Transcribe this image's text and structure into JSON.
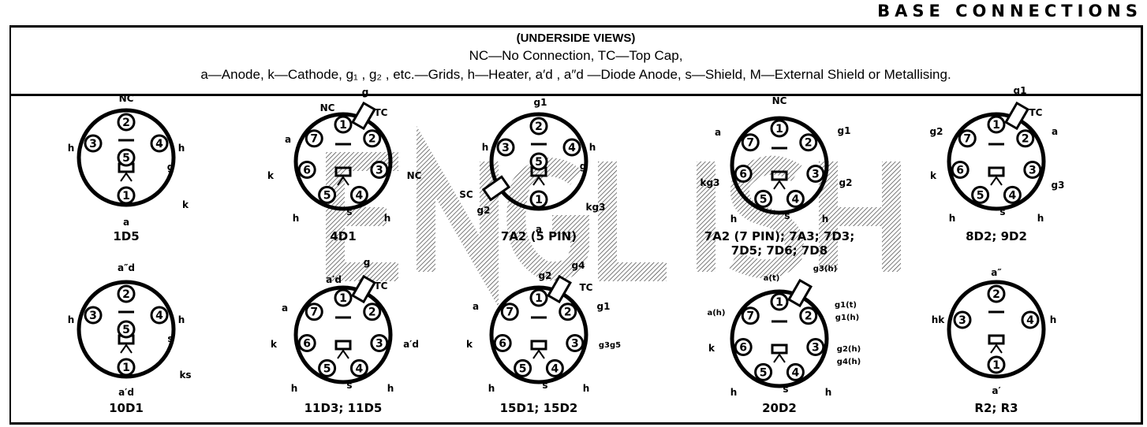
{
  "header": {
    "title": "BASE CONNECTIONS"
  },
  "legend": {
    "line1": "(UNDERSIDE VIEWS)",
    "line2": "NC—No Connection,   TC—Top Cap,",
    "line3": "a—Anode,   k—Cathode,   g₁ , g₂ , etc.—Grids,   h—Heater,   a′d , a″d —Diode Anode,   s—Shield,   M—External Shield or Metallising."
  },
  "watermark": "ENGLISH",
  "valves": [
    {
      "name": "1D5",
      "pins": [
        "1",
        "2",
        "3",
        "4",
        "5"
      ],
      "base": "5pin",
      "top_cap": false,
      "labels": [
        "NC",
        "h",
        "h",
        "a",
        "k",
        "g"
      ]
    },
    {
      "name": "4D1",
      "pins": [
        "1",
        "2",
        "3",
        "4",
        "5",
        "6",
        "7"
      ],
      "base": "7pin",
      "top_cap": true,
      "labels": [
        "g",
        "NC",
        "TC",
        "a",
        "k",
        "NC",
        "h",
        "h",
        "s"
      ]
    },
    {
      "name": "7A2 (5 PIN)",
      "pins": [
        "1",
        "2",
        "3",
        "4",
        "5"
      ],
      "base": "5pin",
      "top_cap": false,
      "side_cap": true,
      "labels": [
        "g1",
        "h",
        "h",
        "a",
        "SC",
        "g2",
        "kg3",
        "g"
      ]
    },
    {
      "name": "7A2 (7 PIN);  7A3;  7D3;",
      "name2": "7D5;  7D6;  7D8",
      "pins": [
        "1",
        "2",
        "3",
        "4",
        "5",
        "6",
        "7"
      ],
      "base": "7pin",
      "top_cap": false,
      "labels": [
        "NC",
        "g1",
        "a",
        "g2",
        "kg3",
        "h",
        "h",
        "s"
      ]
    },
    {
      "name": "8D2;  9D2",
      "pins": [
        "1",
        "2",
        "3",
        "4",
        "5",
        "6",
        "7"
      ],
      "base": "7pin",
      "top_cap": true,
      "labels": [
        "g1",
        "TC",
        "g2",
        "a",
        "k",
        "g3",
        "h",
        "h",
        "s"
      ]
    },
    {
      "name": "10D1",
      "pins": [
        "1",
        "2",
        "3",
        "4",
        "5"
      ],
      "base": "5pin",
      "top_cap": false,
      "labels": [
        "a″d",
        "h",
        "h",
        "a′d",
        "ks",
        "s"
      ]
    },
    {
      "name": "11D3;  11D5",
      "pins": [
        "1",
        "2",
        "3",
        "4",
        "5",
        "6",
        "7"
      ],
      "base": "7pin",
      "top_cap": true,
      "labels": [
        "a′d",
        "g",
        "TC",
        "a",
        "k",
        "a′d",
        "h",
        "h",
        "s"
      ]
    },
    {
      "name": "15D1;  15D2",
      "pins": [
        "1",
        "2",
        "3",
        "4",
        "5",
        "6",
        "7"
      ],
      "base": "7pin",
      "top_cap": true,
      "labels": [
        "g2",
        "g4",
        "TC",
        "a",
        "g1",
        "k",
        "g3g5",
        "h",
        "h",
        "s"
      ]
    },
    {
      "name": "20D2",
      "pins": [
        "1",
        "2",
        "3",
        "4",
        "5",
        "6",
        "7"
      ],
      "base": "7pin",
      "top_cap": true,
      "labels": [
        "a(t)",
        "g3(h)",
        "a(h)",
        "g1(t)",
        "g1(h)",
        "k",
        "g2(h)",
        "g4(h)",
        "h",
        "h",
        "s"
      ]
    },
    {
      "name": "R2;  R3",
      "pins": [
        "1",
        "2",
        "3",
        "4"
      ],
      "base": "4pin",
      "top_cap": false,
      "labels": [
        "a″",
        "hk",
        "h",
        "a′"
      ]
    }
  ]
}
